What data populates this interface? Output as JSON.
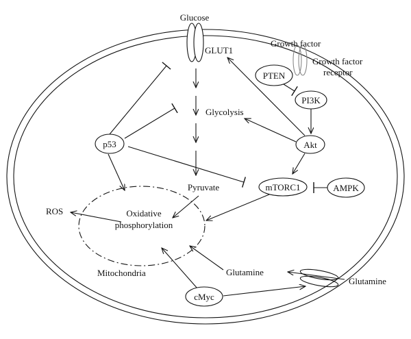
{
  "diagram": {
    "labels": {
      "glucose": "Glucose",
      "glut1": "GLUT1",
      "growth_factor": "Growth factor",
      "growth_factor_receptor_line1": "Growth factor",
      "growth_factor_receptor_line2": "receptor",
      "pten": "PTEN",
      "pi3k": "PI3K",
      "akt": "Akt",
      "glycolysis": "Glycolysis",
      "p53": "p53",
      "pyruvate": "Pyruvate",
      "mtorc1": "mTORC1",
      "ampk": "AMPK",
      "ros": "ROS",
      "oxphos_line1": "Oxidative",
      "oxphos_line2": "phosphorylation",
      "mitochondria": "Mitochondria",
      "glutamine_inside": "Glutamine",
      "glutamine_outside": "Glutamine",
      "cmyc": "cMyc"
    },
    "colors": {
      "stroke": "#111111",
      "receptor": "#888888",
      "background": "#ffffff"
    }
  }
}
